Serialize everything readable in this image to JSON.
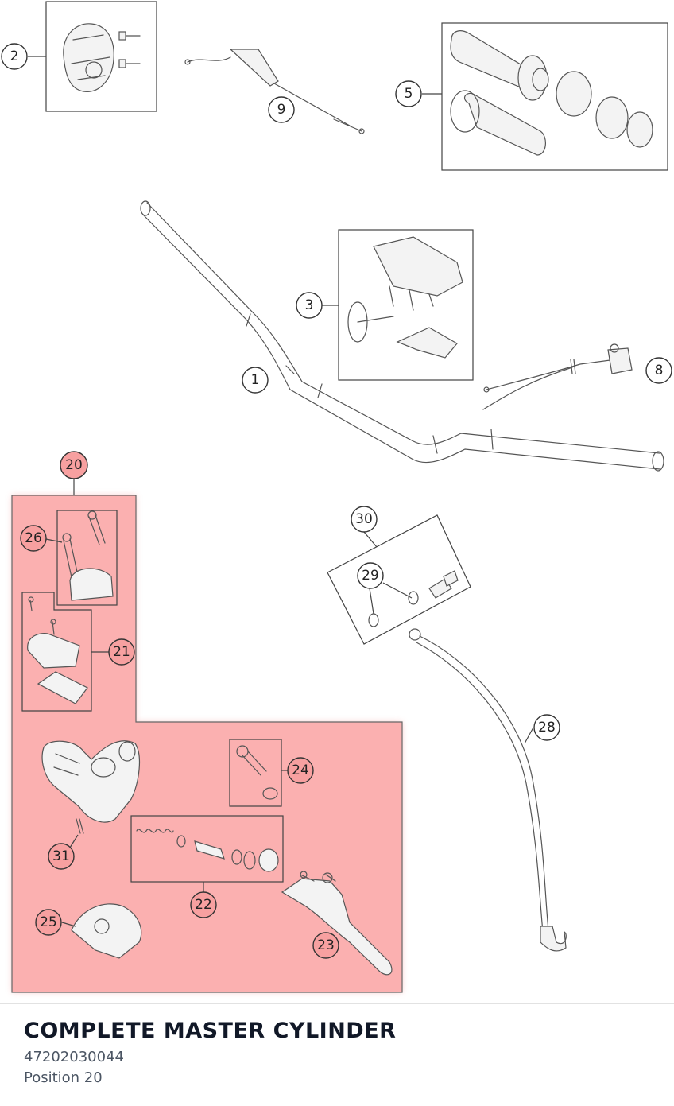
{
  "callouts": {
    "c1": "1",
    "c2": "2",
    "c3": "3",
    "c5": "5",
    "c8": "8",
    "c9": "9",
    "c20": "20",
    "c21": "21",
    "c22": "22",
    "c23": "23",
    "c24": "24",
    "c25": "25",
    "c26": "26",
    "c28": "28",
    "c29": "29",
    "c30": "30",
    "c31": "31"
  },
  "highlight": {
    "position": "20",
    "color": "#f7a0a0"
  },
  "selected_part": {
    "name": "COMPLETE MASTER CYLINDER",
    "part_number": "47202030044",
    "position_label": "Position 20"
  }
}
